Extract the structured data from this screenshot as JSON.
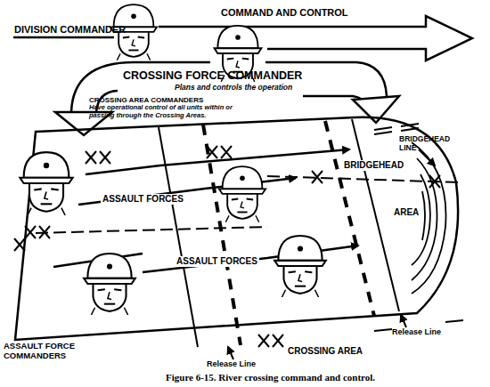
{
  "diagram": {
    "title": "COMMAND AND CONTROL",
    "caption": "Figure 6-15. River crossing command and control.",
    "labels": [
      "DIVISION COMMANDER",
      "CROSSING FORCE COMMANDER",
      "Plans and controls the operation",
      "CROSSING AREA COMMANDERS",
      "Have operational control of all units within or passing through the Crossing Areas.",
      "ASSAULT FORCES",
      "ASSAULT FORCES",
      "BRIDGEHEAD LINE",
      "BRIDGEHEAD",
      "AREA",
      "Release Line",
      "Release Line",
      "CROSSING AREA",
      "ASSAULT FORCE COMMANDERS"
    ]
  }
}
